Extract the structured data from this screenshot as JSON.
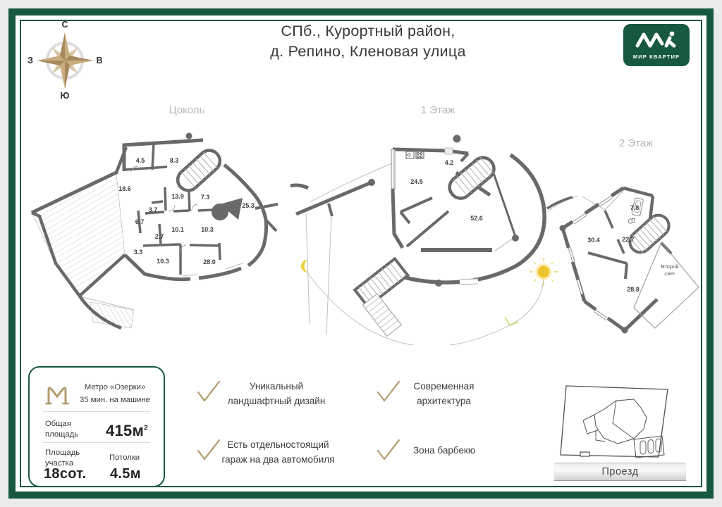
{
  "header": {
    "title_line1": "СПб., Курортный район,",
    "title_line2": "д.  Репино, Кленовая улица"
  },
  "logo": {
    "brand": "МИР КВАРТИР"
  },
  "compass": {
    "north": "С",
    "east": "В",
    "south": "Ю",
    "west": "З"
  },
  "plans": {
    "basement": {
      "label": "Цоколь",
      "rooms": [
        "4.5",
        "8.3",
        "18.6",
        "13.9",
        "7.3",
        "25.3",
        "3.7",
        "6.7",
        "10.1",
        "10.3",
        "2.7",
        "3.3",
        "10.3",
        "28.0"
      ]
    },
    "floor1": {
      "label": "1 Этаж",
      "rooms": [
        "24.5",
        "4.2",
        "52.6"
      ]
    },
    "floor2": {
      "label": "2 Этаж",
      "rooms": [
        "7.8",
        "30.4",
        "22.7",
        "28.8"
      ],
      "note_line1": "Второй",
      "note_line2": "свет"
    }
  },
  "info_card": {
    "metro_name": "Метро «Озерки»",
    "metro_time": "35 мин. на машине",
    "total_area_label_line1": "Общая",
    "total_area_label_line2": "площадь",
    "total_area_value": "415м",
    "total_area_sup": "2",
    "plot_label_line1": "Площадь",
    "plot_label_line2": "участка",
    "plot_value": "18сот.",
    "ceiling_label": "Потолки",
    "ceiling_value": "4.5м"
  },
  "features": [
    {
      "line1": "Уникальный",
      "line2": "ландшафтный дизайн"
    },
    {
      "line1": "Современная",
      "line2": "архитектура"
    },
    {
      "line1": "Есть отдельностоящий",
      "line2": "гараж на два автомобиля"
    },
    {
      "line1": "Зона барбекю",
      "line2": ""
    }
  ],
  "site_plan": {
    "road_label": "Проезд"
  },
  "colors": {
    "frame_green": "#17593e",
    "wall_gray": "#696969",
    "accent_tan": "#b49a6c",
    "sun_yellow": "#efc52f",
    "muted_label": "#b6b6b6"
  }
}
